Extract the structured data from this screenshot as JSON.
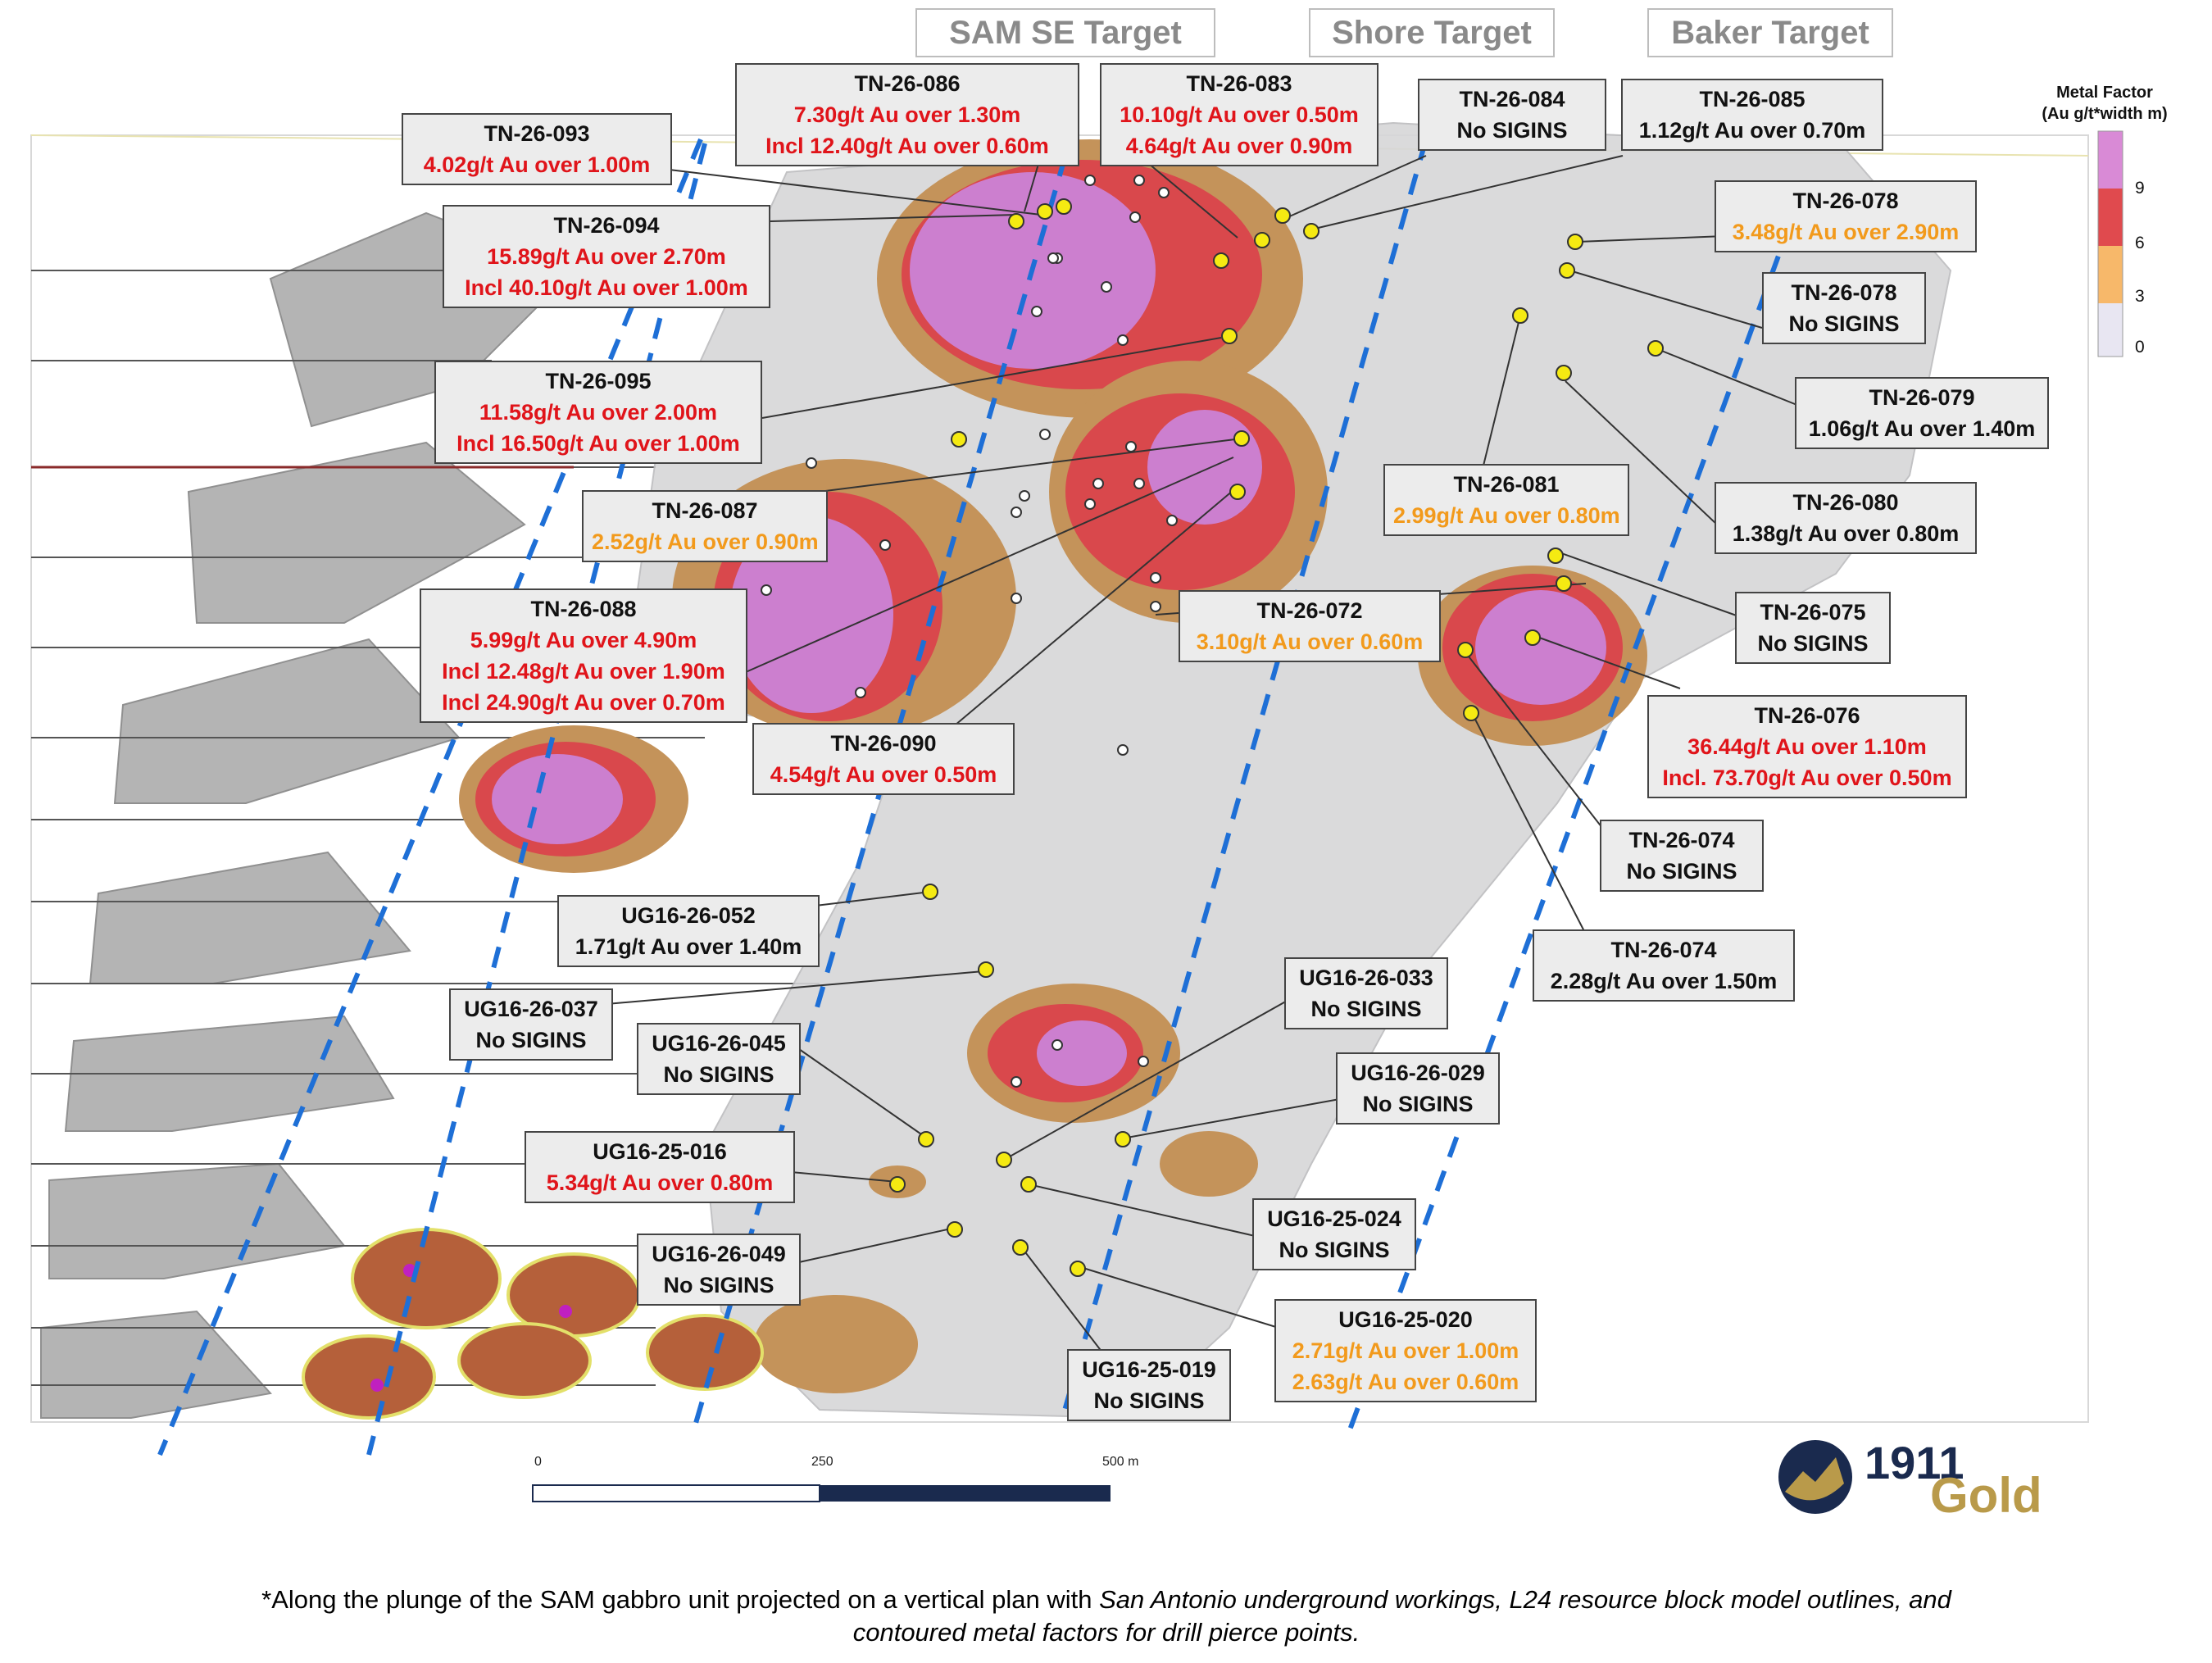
{
  "targets": [
    {
      "label": "SAM SE Target"
    },
    {
      "label": "Shore Target"
    },
    {
      "label": "Baker Target"
    }
  ],
  "legend": {
    "title_line1": "Metal Factor",
    "title_line2": "(Au g/t*width m)",
    "ticks": [
      "9",
      "6",
      "3",
      "0"
    ],
    "colors": {
      "high": "#d98ad6",
      "mid_high": "#e04a4e",
      "mid": "#f7b86a",
      "low": "#e8e6f2"
    }
  },
  "colors": {
    "red_text": "#e0141a",
    "orange_text": "#f29a1c",
    "drill_trace": "#1e6fd6",
    "pierce_point": "#f5ea12"
  },
  "callouts": [
    {
      "id": "TN-26-093",
      "lines": [
        {
          "text": "4.02g/t Au over 1.00m",
          "color": "red"
        }
      ]
    },
    {
      "id": "TN-26-086",
      "lines": [
        {
          "text": "7.30g/t Au over 1.30m",
          "color": "red"
        },
        {
          "text": "Incl 12.40g/t Au over 0.60m",
          "color": "red"
        }
      ]
    },
    {
      "id": "TN-26-083",
      "lines": [
        {
          "text": "10.10g/t Au over 0.50m",
          "color": "red"
        },
        {
          "text": "4.64g/t Au over 0.90m",
          "color": "red"
        }
      ]
    },
    {
      "id": "TN-26-084",
      "lines": [
        {
          "text": "No SIGINS",
          "color": "black"
        }
      ]
    },
    {
      "id": "TN-26-085",
      "lines": [
        {
          "text": "1.12g/t Au over 0.70m",
          "color": "black"
        }
      ]
    },
    {
      "id": "TN-26-078",
      "lines": [
        {
          "text": "3.48g/t Au over 2.90m",
          "color": "orange"
        }
      ]
    },
    {
      "id": "TN-26-078",
      "lines": [
        {
          "text": "No SIGINS",
          "color": "black"
        }
      ]
    },
    {
      "id": "TN-26-094",
      "lines": [
        {
          "text": "15.89g/t Au over 2.70m",
          "color": "red"
        },
        {
          "text": "Incl 40.10g/t Au over 1.00m",
          "color": "red"
        }
      ]
    },
    {
      "id": "TN-26-095",
      "lines": [
        {
          "text": "11.58g/t Au over 2.00m",
          "color": "red"
        },
        {
          "text": "Incl 16.50g/t Au over 1.00m",
          "color": "red"
        }
      ]
    },
    {
      "id": "TN-26-079",
      "lines": [
        {
          "text": "1.06g/t Au over 1.40m",
          "color": "black"
        }
      ]
    },
    {
      "id": "TN-26-087",
      "lines": [
        {
          "text": "2.52g/t Au over 0.90m",
          "color": "orange"
        }
      ]
    },
    {
      "id": "TN-26-081",
      "lines": [
        {
          "text": "2.99g/t Au over 0.80m",
          "color": "orange"
        }
      ]
    },
    {
      "id": "TN-26-080",
      "lines": [
        {
          "text": "1.38g/t Au over 0.80m",
          "color": "black"
        }
      ]
    },
    {
      "id": "TN-26-088",
      "lines": [
        {
          "text": "5.99g/t Au over 4.90m",
          "color": "red"
        },
        {
          "text": "Incl 12.48g/t Au over 1.90m",
          "color": "red"
        },
        {
          "text": "Incl 24.90g/t Au over 0.70m",
          "color": "red"
        }
      ]
    },
    {
      "id": "TN-26-072",
      "lines": [
        {
          "text": "3.10g/t Au over 0.60m",
          "color": "orange"
        }
      ]
    },
    {
      "id": "TN-26-075",
      "lines": [
        {
          "text": "No SIGINS",
          "color": "black"
        }
      ]
    },
    {
      "id": "TN-26-076",
      "lines": [
        {
          "text": "36.44g/t Au over 1.10m",
          "color": "red"
        },
        {
          "text": "Incl. 73.70g/t Au over 0.50m",
          "color": "red"
        }
      ]
    },
    {
      "id": "TN-26-090",
      "lines": [
        {
          "text": "4.54g/t Au over 0.50m",
          "color": "red"
        }
      ]
    },
    {
      "id": "TN-26-074",
      "lines": [
        {
          "text": "No SIGINS",
          "color": "black"
        }
      ]
    },
    {
      "id": "UG16-26-052",
      "lines": [
        {
          "text": "1.71g/t Au over 1.40m",
          "color": "black"
        }
      ]
    },
    {
      "id": "TN-26-074",
      "lines": [
        {
          "text": "2.28g/t Au over 1.50m",
          "color": "black"
        }
      ]
    },
    {
      "id": "UG16-26-033",
      "lines": [
        {
          "text": "No SIGINS",
          "color": "black"
        }
      ]
    },
    {
      "id": "UG16-26-037",
      "lines": [
        {
          "text": "No SIGINS",
          "color": "black"
        }
      ]
    },
    {
      "id": "UG16-26-045",
      "lines": [
        {
          "text": "No SIGINS",
          "color": "black"
        }
      ]
    },
    {
      "id": "UG16-26-029",
      "lines": [
        {
          "text": "No SIGINS",
          "color": "black"
        }
      ]
    },
    {
      "id": "UG16-25-016",
      "lines": [
        {
          "text": "5.34g/t Au over 0.80m",
          "color": "red"
        }
      ]
    },
    {
      "id": "UG16-25-024",
      "lines": [
        {
          "text": "No SIGINS",
          "color": "black"
        }
      ]
    },
    {
      "id": "UG16-26-049",
      "lines": [
        {
          "text": "No SIGINS",
          "color": "black"
        }
      ]
    },
    {
      "id": "UG16-25-020",
      "lines": [
        {
          "text": "2.71g/t Au over 1.00m",
          "color": "orange"
        },
        {
          "text": "2.63g/t Au over 0.60m",
          "color": "orange"
        }
      ]
    },
    {
      "id": "UG16-25-019",
      "lines": [
        {
          "text": "No SIGINS",
          "color": "black"
        }
      ]
    }
  ],
  "scale_bar": {
    "labels": [
      "0",
      "250",
      "500 m"
    ]
  },
  "logo": {
    "number": "1911",
    "word": "Gold"
  },
  "caption": {
    "part1": "*Along the plunge of the SAM gabbro unit projected on a vertical plan with ",
    "part2_italic": "San Antonio underground workings, L24 resource block model outlines, and",
    "line2_italic": "contoured metal factors for drill pierce points."
  }
}
